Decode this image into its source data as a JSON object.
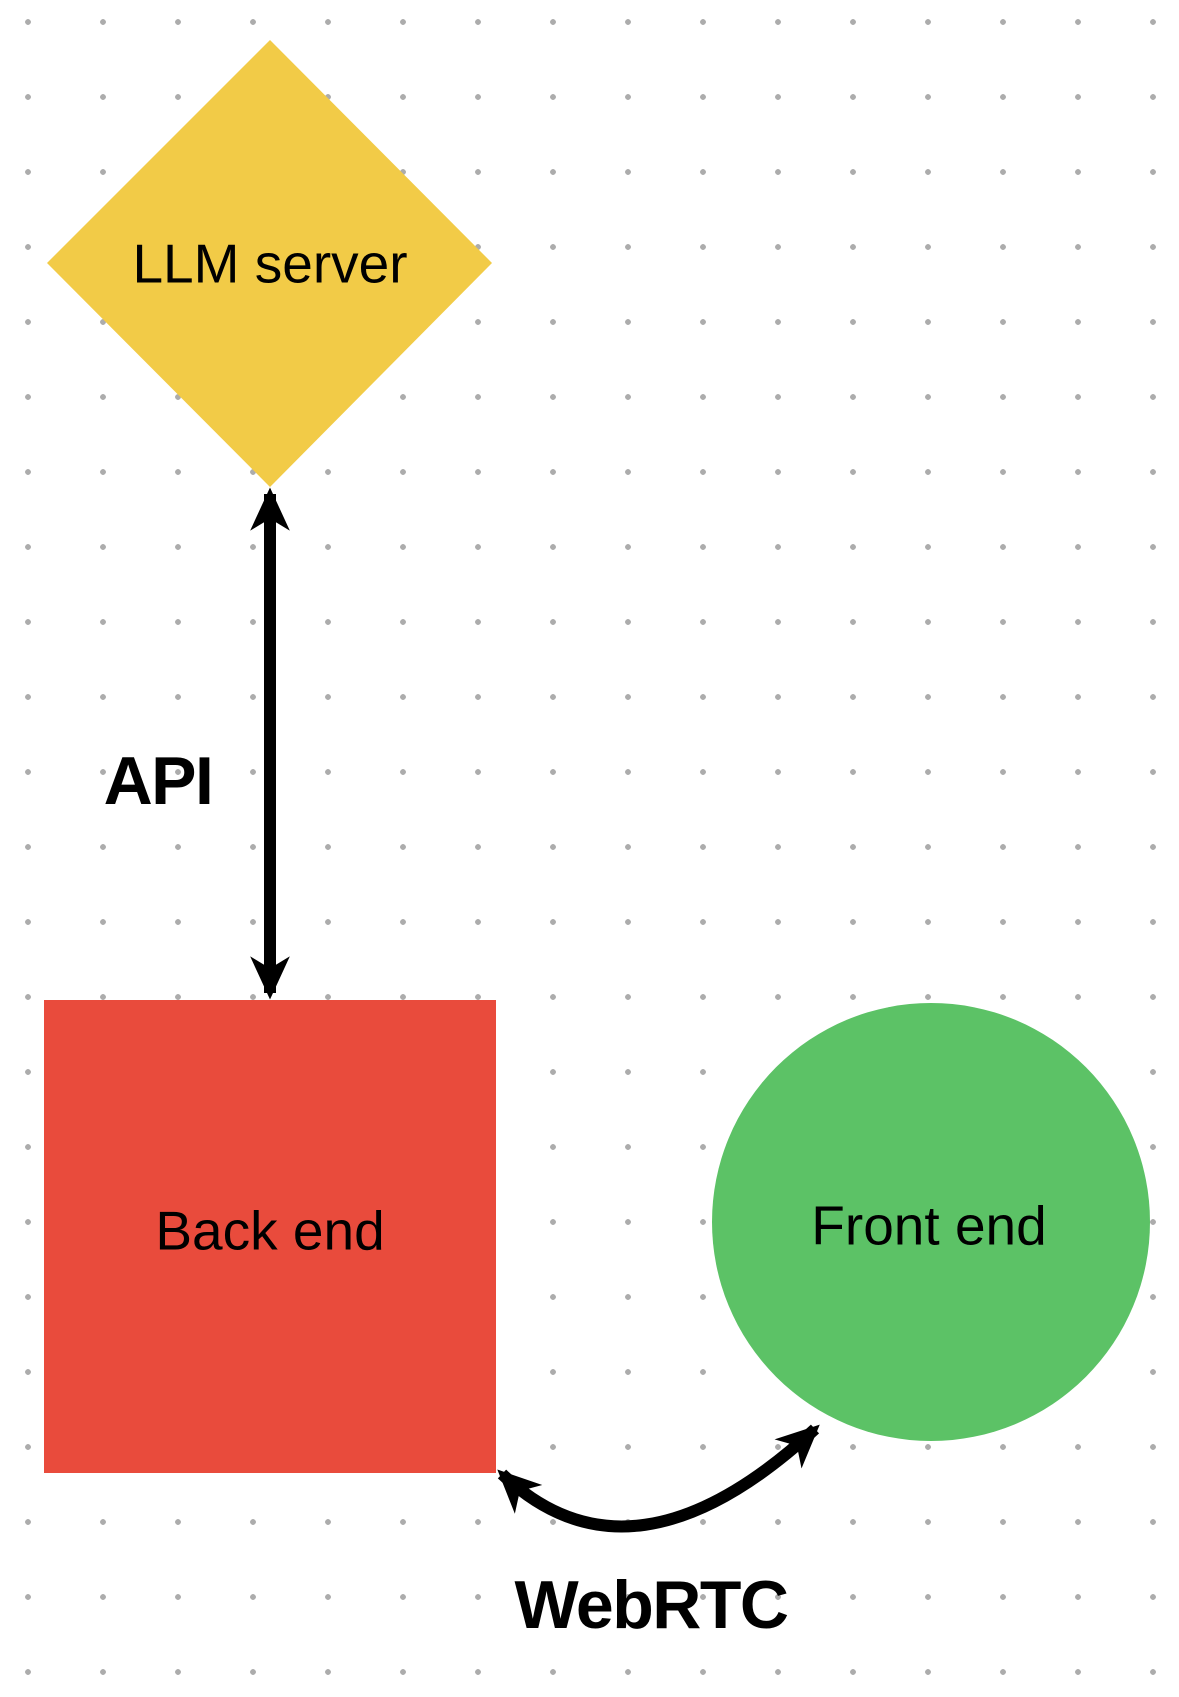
{
  "canvas": {
    "background_color": "#ffffff",
    "dot_grid_color": "#acacac"
  },
  "nodes": [
    {
      "id": "llm-server",
      "shape": "diamond",
      "label": "LLM server",
      "color": "#f2cb47",
      "text_color": "#000000"
    },
    {
      "id": "back-end",
      "shape": "square",
      "label": "Back end",
      "color": "#e94b3c",
      "text_color": "#000000"
    },
    {
      "id": "front-end",
      "shape": "circle",
      "label": "Front end",
      "color": "#5cc266",
      "text_color": "#000000"
    }
  ],
  "edges": [
    {
      "id": "api",
      "label": "API",
      "type": "double-headed-straight-arrow",
      "from": "llm-server",
      "to": "back-end",
      "color": "#000000"
    },
    {
      "id": "webrtc",
      "label": "WebRTC",
      "type": "double-headed-curved-arrow",
      "from": "back-end",
      "to": "front-end",
      "color": "#000000"
    }
  ]
}
